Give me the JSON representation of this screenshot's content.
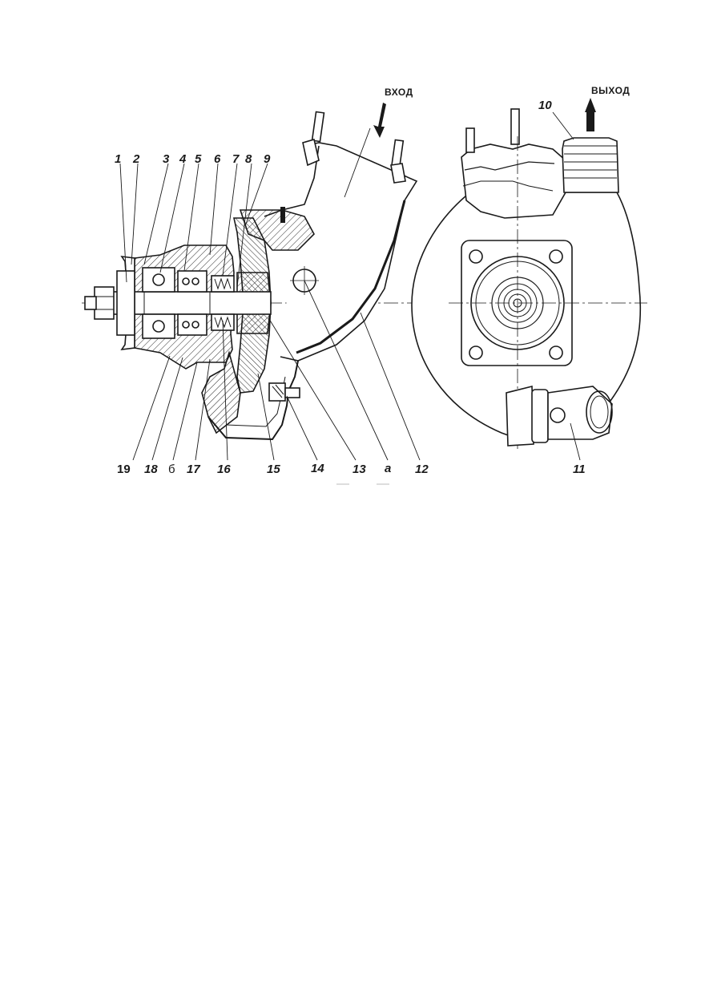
{
  "figure": {
    "inlet_label": "ВХОД",
    "outlet_label": "ВЫХОД",
    "callouts": [
      "1",
      "2",
      "3",
      "4",
      "5",
      "6",
      "7",
      "8",
      "9",
      "10",
      "11",
      "12",
      "13",
      "14",
      "15",
      "16",
      "17",
      "18",
      "19"
    ],
    "letter_callouts": [
      "а",
      "б"
    ],
    "colors": {
      "line": "#1a1a1a",
      "hatch": "#2a2a2a",
      "paper": "#ffffff"
    }
  }
}
